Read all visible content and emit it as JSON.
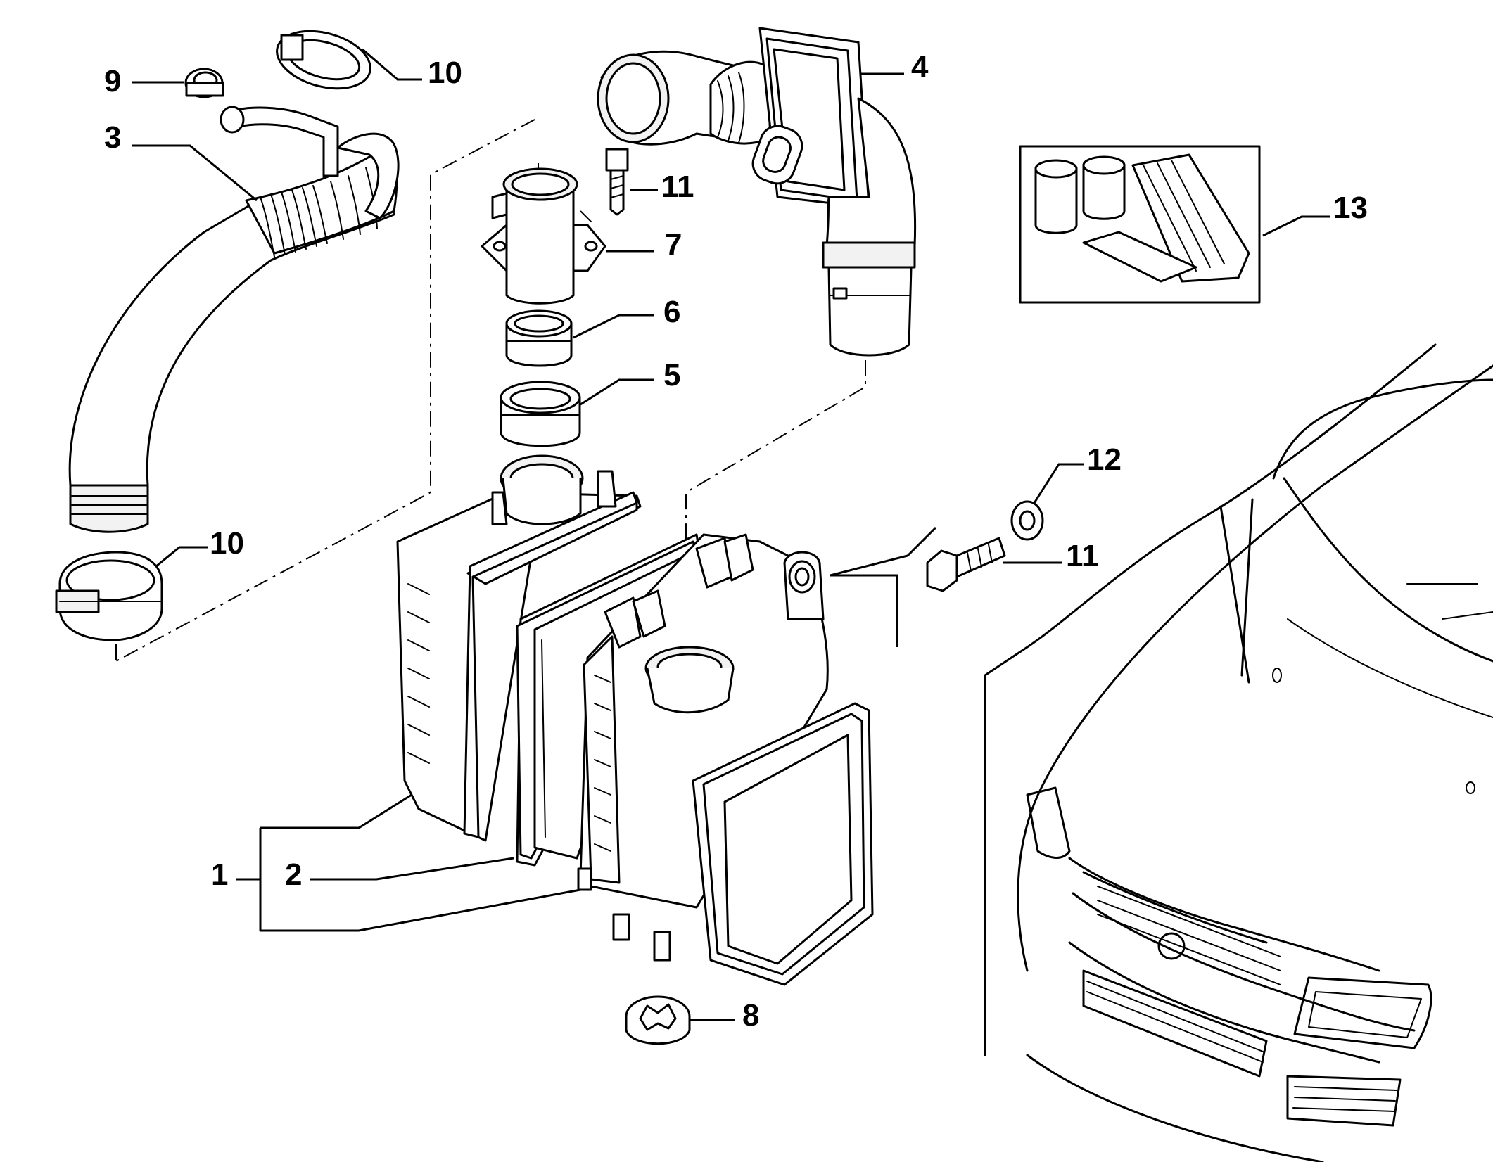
{
  "callouts": {
    "c1": "1",
    "c2": "2",
    "c3": "3",
    "c4": "4",
    "c5": "5",
    "c6": "6",
    "c7": "7",
    "c8": "8",
    "c9": "9",
    "c10a": "10",
    "c10b": "10",
    "c11a": "11",
    "c11b": "11",
    "c12": "12",
    "c13": "13"
  },
  "colors": {
    "ink": "#000000",
    "paper": "#ffffff"
  }
}
